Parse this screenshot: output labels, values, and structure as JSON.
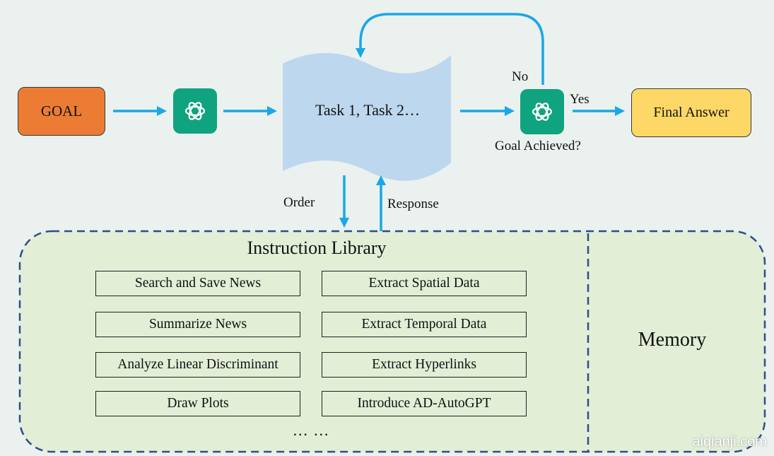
{
  "colors": {
    "background": "#eaf1ef",
    "arrow": "#1aa7e6",
    "goal": "#ec7c33",
    "final_answer": "#fdd866",
    "gpt_icon": "#10a37f",
    "task_scroll": "#bdd7ee",
    "library_fill": "#e2eed6",
    "library_border": "#2e4e86"
  },
  "flow": {
    "goal_label": "GOAL",
    "tasks_label": "Task 1, Task 2…",
    "no_label": "No",
    "yes_label": "Yes",
    "check_label": "Goal Achieved?",
    "final_label": "Final Answer",
    "order_label": "Order",
    "response_label": "Response",
    "gpt_icon_name": "openai-logo-icon"
  },
  "library": {
    "title": "Instruction Library",
    "left_items": [
      "Search and Save News",
      "Summarize News",
      "Analyze Linear Discriminant",
      "Draw Plots"
    ],
    "right_items": [
      "Extract Spatial Data",
      "Extract Temporal Data",
      "Extract Hyperlinks",
      "Introduce AD-AutoGPT"
    ],
    "more": "… …"
  },
  "memory": {
    "label": "Memory"
  },
  "watermark": "aiqianji.com"
}
